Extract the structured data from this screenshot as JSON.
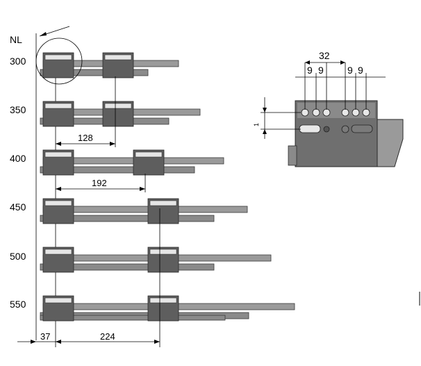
{
  "labels": {
    "nl": "NL",
    "rows": [
      "300",
      "350",
      "400",
      "450",
      "500",
      "550"
    ],
    "dim_128": "128",
    "dim_192": "192",
    "dim_37": "37",
    "dim_224": "224",
    "detail_32": "32",
    "detail_9": [
      "9",
      "9",
      "9",
      "9"
    ],
    "detail_1": "1"
  },
  "colors": {
    "rail": "#9a9a9a",
    "bracket": "#5e5e5e",
    "line": "#000000"
  }
}
